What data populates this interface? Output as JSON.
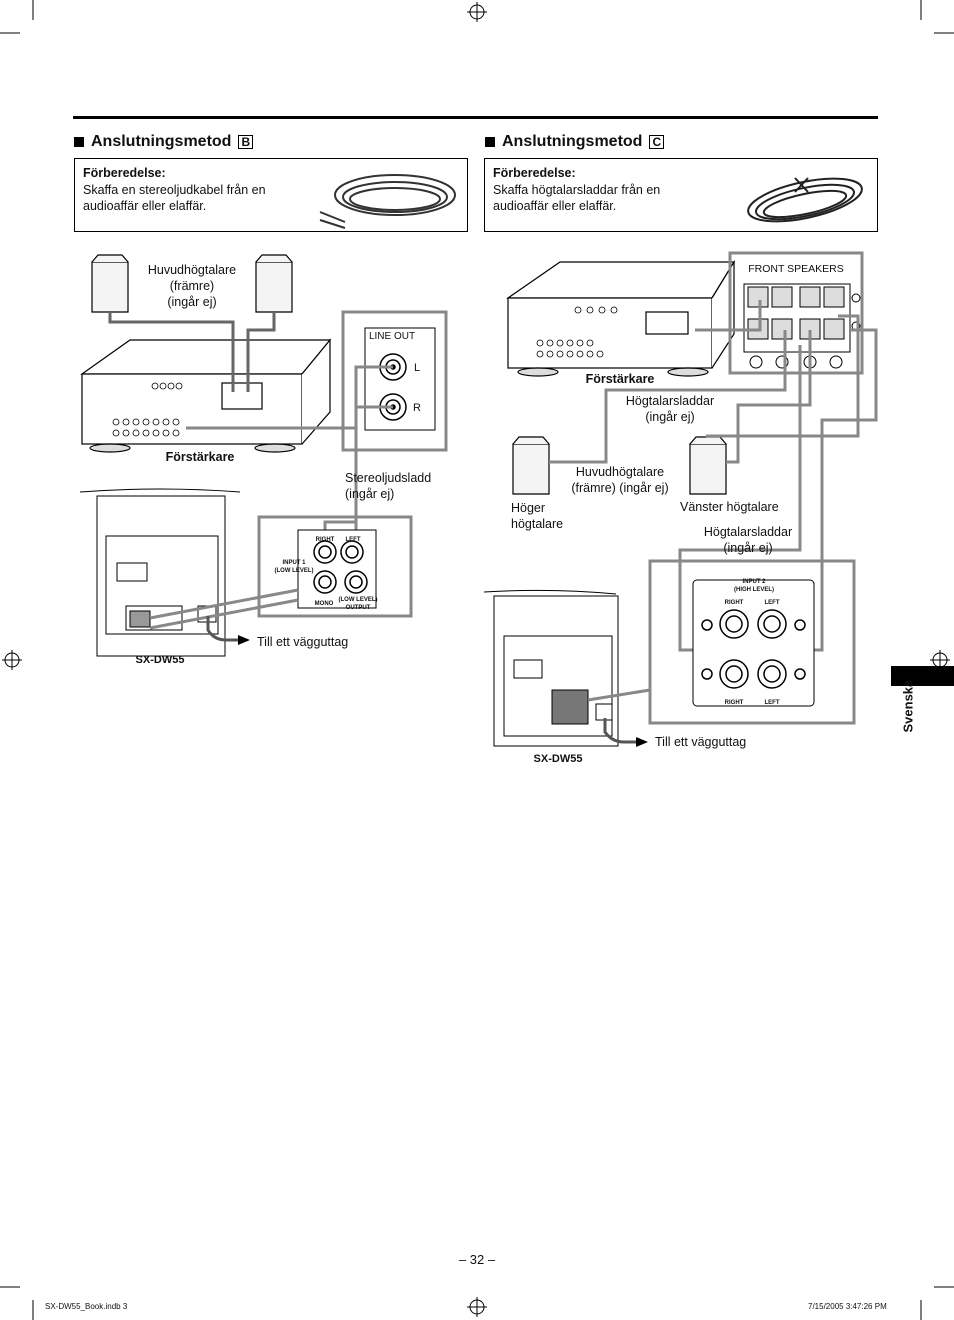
{
  "section_b": {
    "title": "Anslutningsmetod",
    "letter": "B",
    "prep_title": "Förberedelse:",
    "prep_text": "Skaffa en stereoljudkabel från en audioaffär eller elaffär.",
    "main_speakers": "Huvudhögtalare\n(främre)\n(ingår ej)",
    "amplifier": "Förstärkare",
    "line_out": "LINE OUT",
    "l": "L",
    "r": "R",
    "cable": "Stereoljudsladd\n(ingår ej)",
    "input1": "INPUT 1\n(LOW LEVEL)",
    "right": "RIGHT",
    "left": "LEFT",
    "mono": "MONO",
    "low_level_output": "(LOW LEVEL)\nOUTPUT",
    "wall": "Till ett vägguttag",
    "model": "SX-DW55"
  },
  "section_c": {
    "title": "Anslutningsmetod",
    "letter": "C",
    "prep_title": "Förberedelse:",
    "prep_text": "Skaffa högtalarsladdar från en audioaffär eller elaffär.",
    "front_speakers": "FRONT SPEAKERS",
    "amplifier": "Förstärkare",
    "speaker_cables_1": "Högtalarsladdar\n(ingår ej)",
    "main_speakers": "Huvudhögtalare\n(främre) (ingår ej)",
    "right_speaker": "Höger\nhögtalare",
    "left_speaker": "Vänster högtalare",
    "speaker_cables_2": "Högtalarsladdar\n(ingår ej)",
    "input2": "INPUT 2\n(HIGH LEVEL)",
    "right": "RIGHT",
    "left": "LEFT",
    "wall": "Till ett vägguttag",
    "model": "SX-DW55"
  },
  "sidebar_language": "Svenska",
  "page_number": "– 32 –",
  "footer_left": "SX-DW55_Book.indb   3",
  "footer_right": "7/15/2005   3:47:26 PM"
}
